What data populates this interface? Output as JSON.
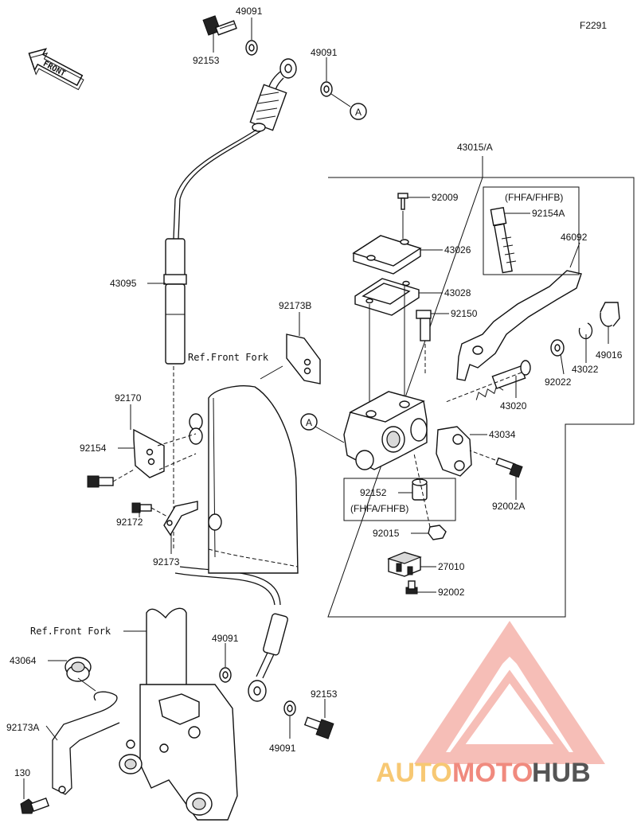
{
  "figure_id": "F2291",
  "front_label": "FRONT",
  "callout_a": "A",
  "assembly": "43015/A",
  "ref_fork_1": "Ref.Front Fork",
  "ref_fork_2": "Ref.Front Fork",
  "parts": {
    "p92153_top": "92153",
    "p49091_top1": "49091",
    "p49091_top2": "49091",
    "p43095": "43095",
    "p92173B": "92173B",
    "p92170": "92170",
    "p92154": "92154",
    "p92172": "92172",
    "p92173": "92173",
    "p92009": "92009",
    "p92154A_note": "(FHFA/FHFB)",
    "p92154A": "92154A",
    "p46092": "46092",
    "p43026": "43026",
    "p43028": "43028",
    "p92150": "92150",
    "p49016": "49016",
    "p43022": "43022",
    "p92022": "92022",
    "p43020": "43020",
    "p43034": "43034",
    "p92152": "92152",
    "p92152_note": "(FHFA/FHFB)",
    "p92002A": "92002A",
    "p92015": "92015",
    "p27010": "27010",
    "p92002": "92002",
    "p49091_low1": "49091",
    "p49091_low2": "49091",
    "p92153_low": "92153",
    "p43064": "43064",
    "p92173A": "92173A",
    "p130": "130"
  },
  "watermark": {
    "auto": "AUTO",
    "moto": "MOTO",
    "hub": "HUB",
    "color_auto": "#f7c873",
    "color_moto": "#f08a7e",
    "color_hub": "#555555"
  }
}
